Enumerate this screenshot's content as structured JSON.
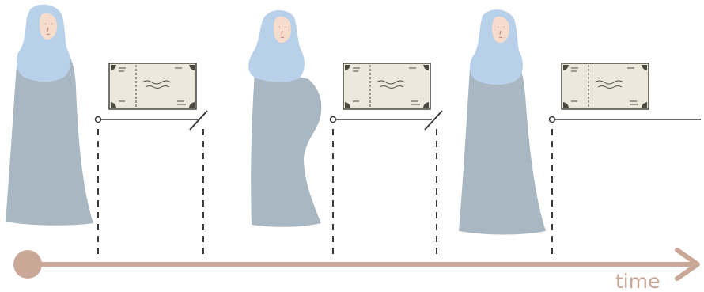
{
  "diagram": {
    "axis_label": "time",
    "colors": {
      "axis": "#c9a898",
      "dress": "#a8b7c1",
      "hijab": "#b8d0ea",
      "skin": "#f6dccd",
      "contract_fill": "#ece8dc",
      "contract_stroke": "#4a4a42",
      "line": "#3a3a3a"
    },
    "figures": [
      {
        "name": "woman-standing",
        "state": "not pregnant"
      },
      {
        "name": "woman-pregnant",
        "state": "pregnant"
      },
      {
        "name": "woman-standing",
        "state": "not pregnant"
      }
    ],
    "contracts": [
      {
        "status": "ended",
        "end_marker": "cut"
      },
      {
        "status": "ended",
        "end_marker": "cut"
      },
      {
        "status": "ongoing",
        "end_marker": "none"
      }
    ]
  }
}
